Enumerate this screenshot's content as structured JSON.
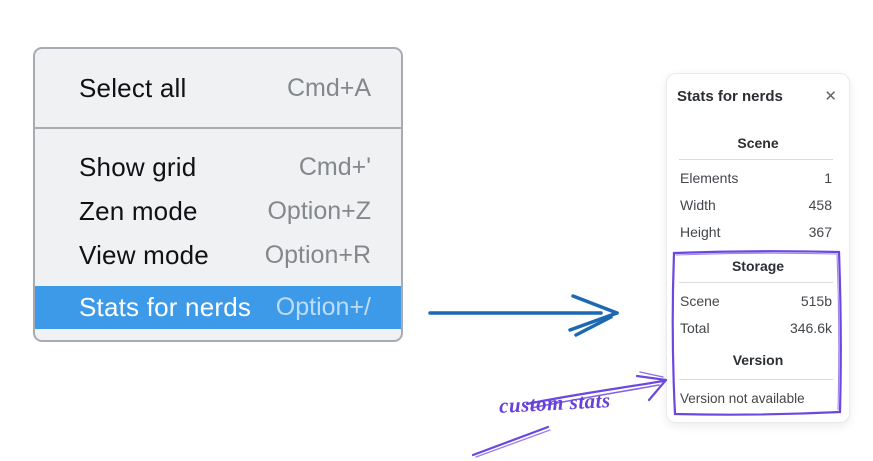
{
  "colors": {
    "menu_highlight": "#3d9ae8",
    "flow_arrow_blue": "#1c68b3",
    "annotation_violet": "#6b48e0"
  },
  "menu": {
    "items": [
      {
        "label": "Select all",
        "shortcut": "Cmd+A",
        "highlighted": false
      },
      {
        "label": "Show grid",
        "shortcut": "Cmd+'",
        "highlighted": false
      },
      {
        "label": "Zen mode",
        "shortcut": "Option+Z",
        "highlighted": false
      },
      {
        "label": "View mode",
        "shortcut": "Option+R",
        "highlighted": false
      },
      {
        "label": "Stats for nerds",
        "shortcut": "Option+/",
        "highlighted": true
      }
    ]
  },
  "stats_panel": {
    "title": "Stats for nerds",
    "close_icon": "✕",
    "scene": {
      "heading": "Scene",
      "rows": [
        {
          "label": "Elements",
          "value": "1"
        },
        {
          "label": "Width",
          "value": "458"
        },
        {
          "label": "Height",
          "value": "367"
        }
      ]
    },
    "storage": {
      "heading": "Storage",
      "rows": [
        {
          "label": "Scene",
          "value": "515b"
        },
        {
          "label": "Total",
          "value": "346.6k"
        }
      ]
    },
    "version": {
      "heading": "Version",
      "note": "Version not available"
    }
  },
  "annotation": {
    "label": "custom stats"
  }
}
